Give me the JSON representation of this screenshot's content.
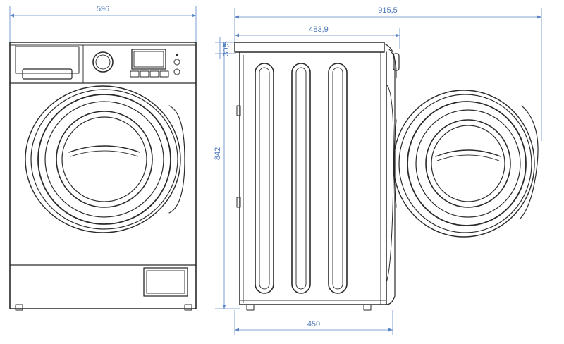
{
  "dimensions": {
    "front_width": "596",
    "total_depth_door_open": "915,5",
    "body_depth": "483,9",
    "top_offset": "30,5",
    "height": "842",
    "base_depth": "450"
  },
  "colors": {
    "line": "#2a2a2a",
    "dimension": "#5b86c5",
    "dimension_text": "#4a76b8",
    "background": "#ffffff"
  }
}
